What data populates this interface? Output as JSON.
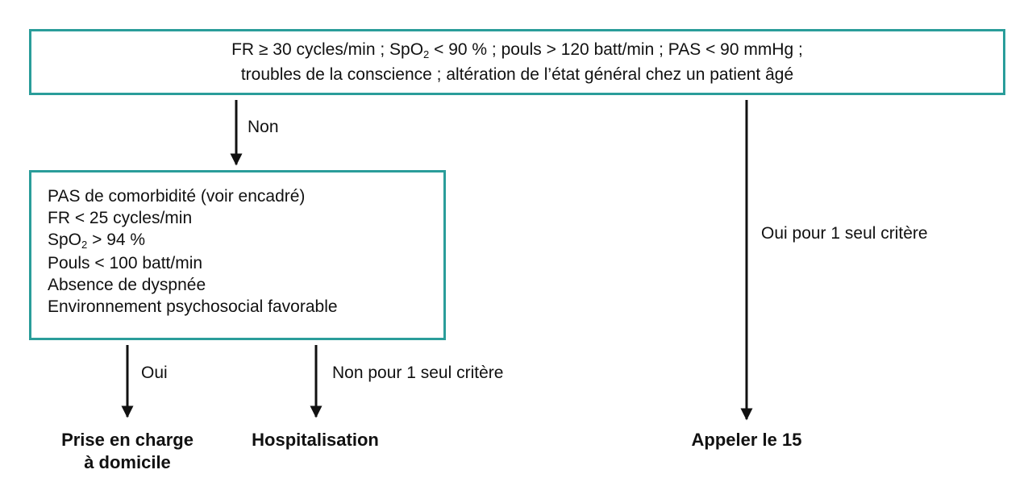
{
  "top_box": {
    "line1": {
      "a": "FR ≥ 30 cycles/min ; SpO",
      "sub": "2",
      "b": " < 90 % ; pouls > 120 batt/min ; PAS < 90 mmHg ;"
    },
    "line2": "troubles de la conscience ; altération de l’état général chez un patient âgé"
  },
  "criteria_box": {
    "item1": "PAS de comorbidité (voir encadré)",
    "item2": "FR < 25 cycles/min",
    "item3": {
      "a": "SpO",
      "sub": "2",
      "b": " > 94 %"
    },
    "item4": "Pouls < 100 batt/min",
    "item5": "Absence de dyspnée",
    "item6": "Environnement psychosocial favorable"
  },
  "labels": {
    "non": "Non",
    "oui_single": "Oui pour 1 seul critère",
    "oui": "Oui",
    "non_single": "Non pour 1 seul critère"
  },
  "outcomes": {
    "home_line1": "Prise en charge",
    "home_line2": "à domicile",
    "hospital": "Hospitalisation",
    "call": "Appeler le 15"
  },
  "colors": {
    "box_border": "#2a9d9a",
    "arrow": "#111111"
  }
}
